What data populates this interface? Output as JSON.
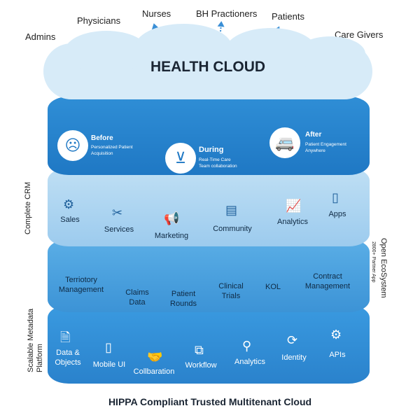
{
  "roles": [
    "Admins",
    "Physicians",
    "Nurses",
    "BH Practioners",
    "Patients",
    "Care Givers"
  ],
  "cloud_title": "HEALTH CLOUD",
  "journey": [
    {
      "title": "Before",
      "desc1": "Personalized Patient",
      "desc2": "Acquisition",
      "icon": "sick-face-icon"
    },
    {
      "title": "During",
      "desc1": "Real-Time Care",
      "desc2": "Team collaboration",
      "icon": "stretcher-icon"
    },
    {
      "title": "After",
      "desc1": "Patient Engagement",
      "desc2": "Anywhere",
      "icon": "ambulance-icon"
    }
  ],
  "crm": {
    "side_label": "Complete CRM",
    "items": [
      "Sales",
      "Services",
      "Marketing",
      "Community",
      "Analytics",
      "Apps"
    ]
  },
  "ecosystem": {
    "side_label": "Open EcoSystem",
    "side_sub": "2800+ Partner App",
    "items": [
      [
        "Terriotory",
        "Management"
      ],
      [
        "Claims",
        "Data"
      ],
      [
        "Patient",
        "Rounds"
      ],
      [
        "Clinical",
        "Trials"
      ],
      [
        "KOL",
        ""
      ],
      [
        "Contract",
        "Management"
      ]
    ]
  },
  "platform": {
    "side_label1": "Scalable Metadata",
    "side_label2": "Platform",
    "items": [
      [
        "Data &",
        "Objects"
      ],
      [
        "Mobile UI",
        ""
      ],
      [
        "Collbaration",
        ""
      ],
      [
        "Workflow",
        ""
      ],
      [
        "Analytics",
        ""
      ],
      [
        "Identity",
        ""
      ],
      [
        "APIs",
        ""
      ]
    ]
  },
  "caption": "HIPPA Compliant Trusted Multitenant Cloud",
  "colors": {
    "dark": "#1f78c4",
    "light": "#bfdff4",
    "cloud": "#d7ebf8"
  }
}
